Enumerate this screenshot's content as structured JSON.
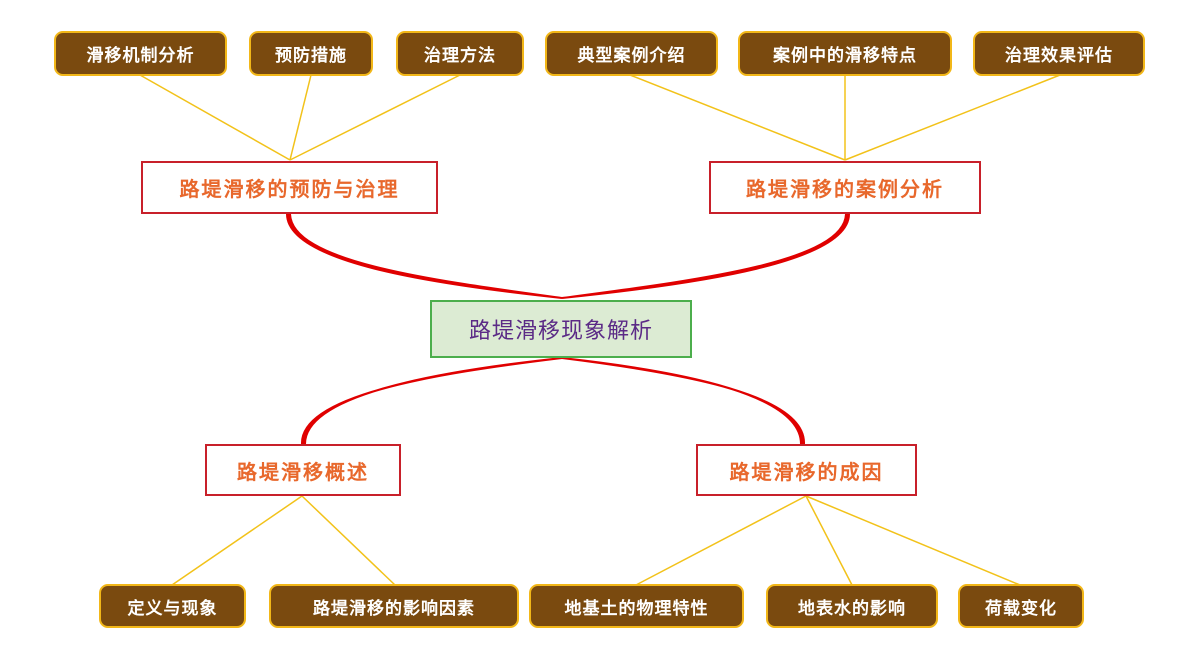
{
  "center": {
    "label": "路堤滑移现象解析"
  },
  "branches": [
    {
      "label": "路堤滑移的预防与治理",
      "leaves": [
        "滑移机制分析",
        "预防措施",
        "治理方法"
      ]
    },
    {
      "label": "路堤滑移的案例分析",
      "leaves": [
        "典型案例介绍",
        "案例中的滑移特点",
        "治理效果评估"
      ]
    },
    {
      "label": "路堤滑移概述",
      "leaves": [
        "定义与现象",
        "路堤滑移的影响因素"
      ]
    },
    {
      "label": "路堤滑移的成因",
      "leaves": [
        "地基土的物理特性",
        "地表水的影响",
        "荷载变化"
      ]
    }
  ],
  "colors": {
    "main_connector": "#e00000",
    "leaf_connector": "#f2c21a",
    "center_fill": "#dcebd3",
    "center_border": "#4cae4c",
    "branch_border": "#c8202a",
    "branch_text": "#e8682c",
    "leaf_fill": "#7a4a0f",
    "leaf_border": "#f2b718"
  }
}
